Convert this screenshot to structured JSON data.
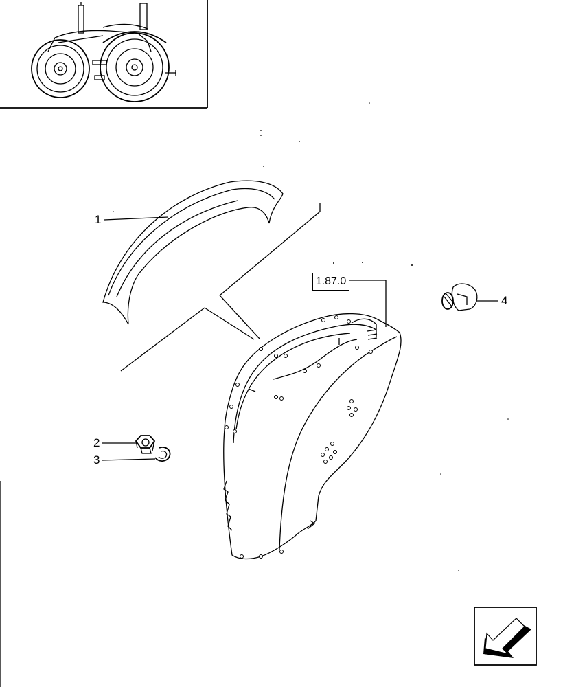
{
  "callouts": {
    "part_1": "1",
    "part_2": "2",
    "part_3": "3",
    "part_4": "4"
  },
  "reference_box": "1.87.0",
  "icons": {
    "thumbnail": "tractor-icon",
    "navigation": "next-page-arrow-icon"
  },
  "colors": {
    "line": "#000000",
    "background": "#ffffff"
  }
}
